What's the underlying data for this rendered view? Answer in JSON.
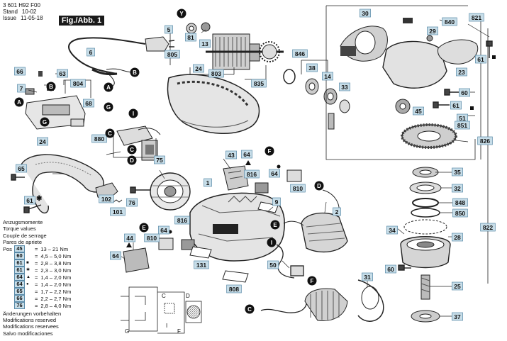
{
  "header": {
    "doc_number": "3 601 H92 F00",
    "stand_label": "Stand",
    "stand_value": "10-02",
    "issue_label": "Issue",
    "issue_value": "11-05-18",
    "figure_label": "Fig./Abb. 1"
  },
  "torque": {
    "titles": [
      "Anzugsmomente",
      "Torque values",
      "Couple de serrage",
      "Pares de apriete"
    ],
    "pos_label": "Pos",
    "rows": [
      {
        "pos": "45",
        "sym": "",
        "eq": "=",
        "value": "13 – 21 Nm"
      },
      {
        "pos": "60",
        "sym": "",
        "eq": "=",
        "value": "4,5 – 5,0 Nm"
      },
      {
        "pos": "61",
        "sym": "■",
        "eq": "=",
        "value": "2,8 – 3,8 Nm"
      },
      {
        "pos": "61",
        "sym": "✱",
        "eq": "=",
        "value": "2,3 – 3,0 Nm"
      },
      {
        "pos": "64",
        "sym": "▲",
        "eq": "=",
        "value": "1,4 – 2,0 Nm"
      },
      {
        "pos": "64",
        "sym": "●",
        "eq": "=",
        "value": "1,4 – 2,0 Nm"
      },
      {
        "pos": "65",
        "sym": "",
        "eq": "=",
        "value": "1,7 – 2,2 Nm"
      },
      {
        "pos": "66",
        "sym": "",
        "eq": "=",
        "value": "2,2 – 2,7 Nm"
      },
      {
        "pos": "76",
        "sym": "",
        "eq": "=",
        "value": "2,8 – 4,0 Nm"
      }
    ]
  },
  "footer": {
    "lines": [
      "Änderungen vorbehalten",
      "Modifications reserved",
      "Modifications reservees",
      "Salvo modificaciones"
    ]
  },
  "labels": {
    "l5": "5",
    "l805": "805",
    "l6": "6",
    "l66": "66",
    "l63": "63",
    "l7": "7",
    "l804": "804",
    "l68": "68",
    "l880": "880",
    "l24a": "24",
    "l65": "65",
    "l61a": "61",
    "l102": "102",
    "l101": "101",
    "l76": "76",
    "l75": "75",
    "l1": "1",
    "l43": "43",
    "l64a": "64",
    "l816a": "816",
    "l64b": "64",
    "l810a": "810",
    "l9": "9",
    "l2": "2",
    "l44": "44",
    "l64c": "64",
    "l810b": "810",
    "l816b": "816",
    "l64d": "64",
    "l131": "131",
    "l50": "50",
    "l808": "808",
    "l31": "31",
    "l81": "81",
    "l13": "13",
    "l803": "803",
    "l835": "835",
    "l24b": "24",
    "l846": "846",
    "l38": "38",
    "l14": "14",
    "l33": "33",
    "l30": "30",
    "l840": "840",
    "l29": "29",
    "l821": "821",
    "l23": "23",
    "l61b": "61",
    "l60a": "60",
    "l61c": "61",
    "l45": "45",
    "l51": "51",
    "l851": "851",
    "l826": "826",
    "l35": "35",
    "l32": "32",
    "l848": "848",
    "l850": "850",
    "l34": "34",
    "l28": "28",
    "l822": "822",
    "l60b": "60",
    "l25": "25",
    "l37": "37"
  },
  "connectors": {
    "A1": "A",
    "A2": "A",
    "B1": "B",
    "B2": "B",
    "C1": "C",
    "C2": "C",
    "C3": "C",
    "D1": "D",
    "D2": "D",
    "E1": "E",
    "E2": "E",
    "F1": "F",
    "F2": "F",
    "G1": "G",
    "G2": "G",
    "G3": "G",
    "I1": "I",
    "I2": "I",
    "Y": "Y",
    "D3": "D"
  },
  "schematic": {
    "c": "C",
    "f": "F",
    "g": "G",
    "i": "I",
    "d": "D"
  },
  "colors": {
    "label_fill": "#c7dde8",
    "label_stroke": "#5a8aa8",
    "ink": "#111111",
    "shade": "#555555"
  }
}
